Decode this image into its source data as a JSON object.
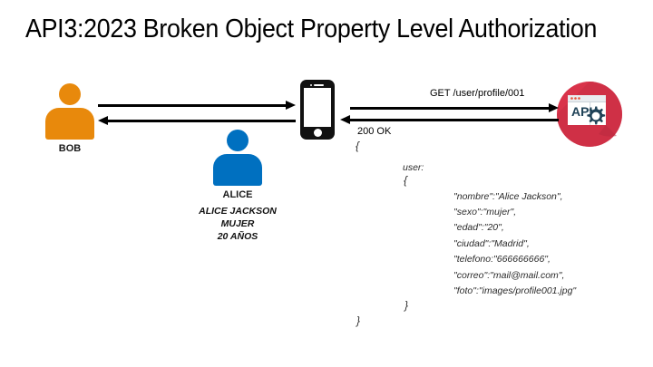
{
  "slide": {
    "title": "API3:2023 Broken Object Property Level Authorization",
    "background_color": "#FFFFFF"
  },
  "colors": {
    "bob_orange": "#E8890C",
    "alice_blue": "#0070C0",
    "api_red": "#D9334A",
    "api_navy": "#1F4257",
    "arrow_black": "#000000",
    "json_text": "#2B2B2B"
  },
  "actors": {
    "bob": {
      "icon": "person-icon",
      "name": "BOB",
      "color": "#E8890C"
    },
    "alice": {
      "icon": "person-icon",
      "name": "ALICE",
      "color": "#0070C0",
      "details": [
        "ALICE JACKSON",
        "MUJER",
        "20 AÑOS"
      ]
    },
    "device": {
      "icon": "smartphone-icon"
    },
    "server": {
      "icon": "api-server-icon",
      "label": "API"
    }
  },
  "arrows": {
    "left_forward": {
      "direction": "right",
      "label": ""
    },
    "left_back": {
      "direction": "left",
      "label": ""
    },
    "right_request": {
      "direction": "right",
      "label": "GET /user/profile/001"
    },
    "right_response": {
      "direction": "left",
      "label": "200 OK"
    }
  },
  "response_body": {
    "open_brace": "{",
    "user_key": "user:",
    "user_open_brace": "{",
    "fields": [
      "\"nombre\":\"Alice Jackson\",",
      "\"sexo\":\"mujer\",",
      "\"edad\":\"20\",",
      "\"ciudad\":\"Madrid\",",
      "\"telefono:\"666666666\",",
      "\"correo\":\"mail@mail.com\",",
      "\"foto\":\"images/profile001.jpg\""
    ],
    "user_close_brace": "}",
    "close_brace": "}"
  }
}
